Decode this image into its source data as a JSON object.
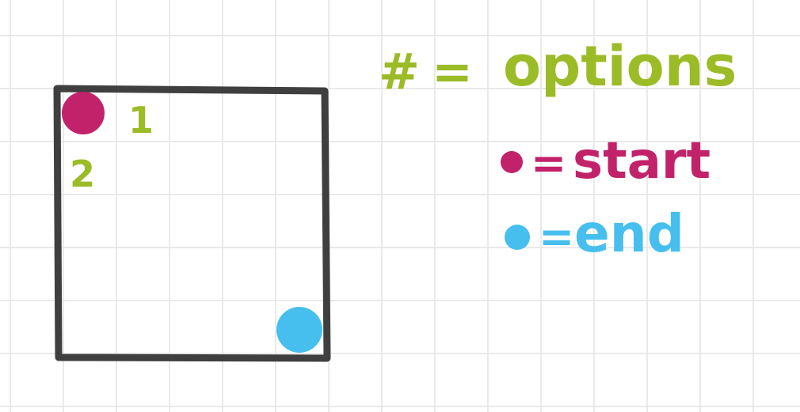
{
  "colors": {
    "background": "#ffffff",
    "grid": "#e4e4e4",
    "box_outline": "#3f3f3f",
    "option_green": "#9bbb27",
    "start_magenta": "#c2226a",
    "end_blue": "#47bfee"
  },
  "grid": {
    "line_spacing_cells": 16
  },
  "diagram": {
    "options": [
      {
        "label": "1"
      },
      {
        "label": "2"
      }
    ],
    "start_marker": {
      "color_key": "start_magenta"
    },
    "end_marker": {
      "color_key": "end_blue"
    }
  },
  "legend": {
    "options_symbol": "#",
    "options_equals": "=",
    "options_text": "options",
    "start_equals": "=",
    "start_text": "start",
    "end_equals": "=",
    "end_text": "end"
  }
}
